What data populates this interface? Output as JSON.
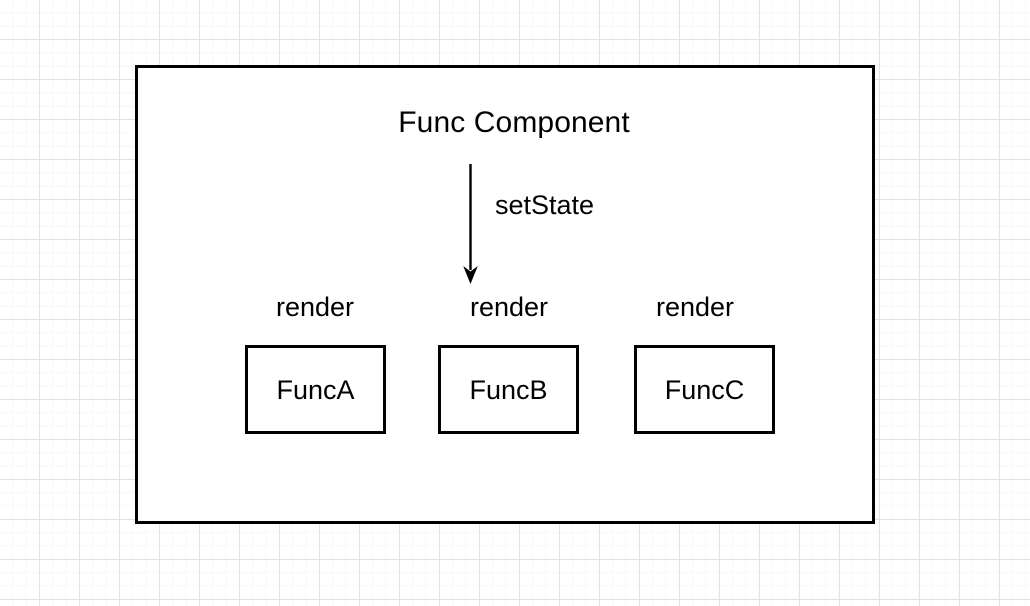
{
  "diagram": {
    "title": "Func Component",
    "arrow_label": "setState",
    "render_labels": {
      "a": "render",
      "b": "render",
      "c": "render"
    },
    "children": [
      {
        "id": "funcA",
        "label": "FuncA"
      },
      {
        "id": "funcB",
        "label": "FuncB"
      },
      {
        "id": "funcC",
        "label": "FuncC"
      }
    ],
    "colors": {
      "stroke": "#000000",
      "fill": "#ffffff",
      "grid_minor": "#f7f7f7",
      "grid_major": "#e2e2e2",
      "text": "#000000"
    }
  }
}
